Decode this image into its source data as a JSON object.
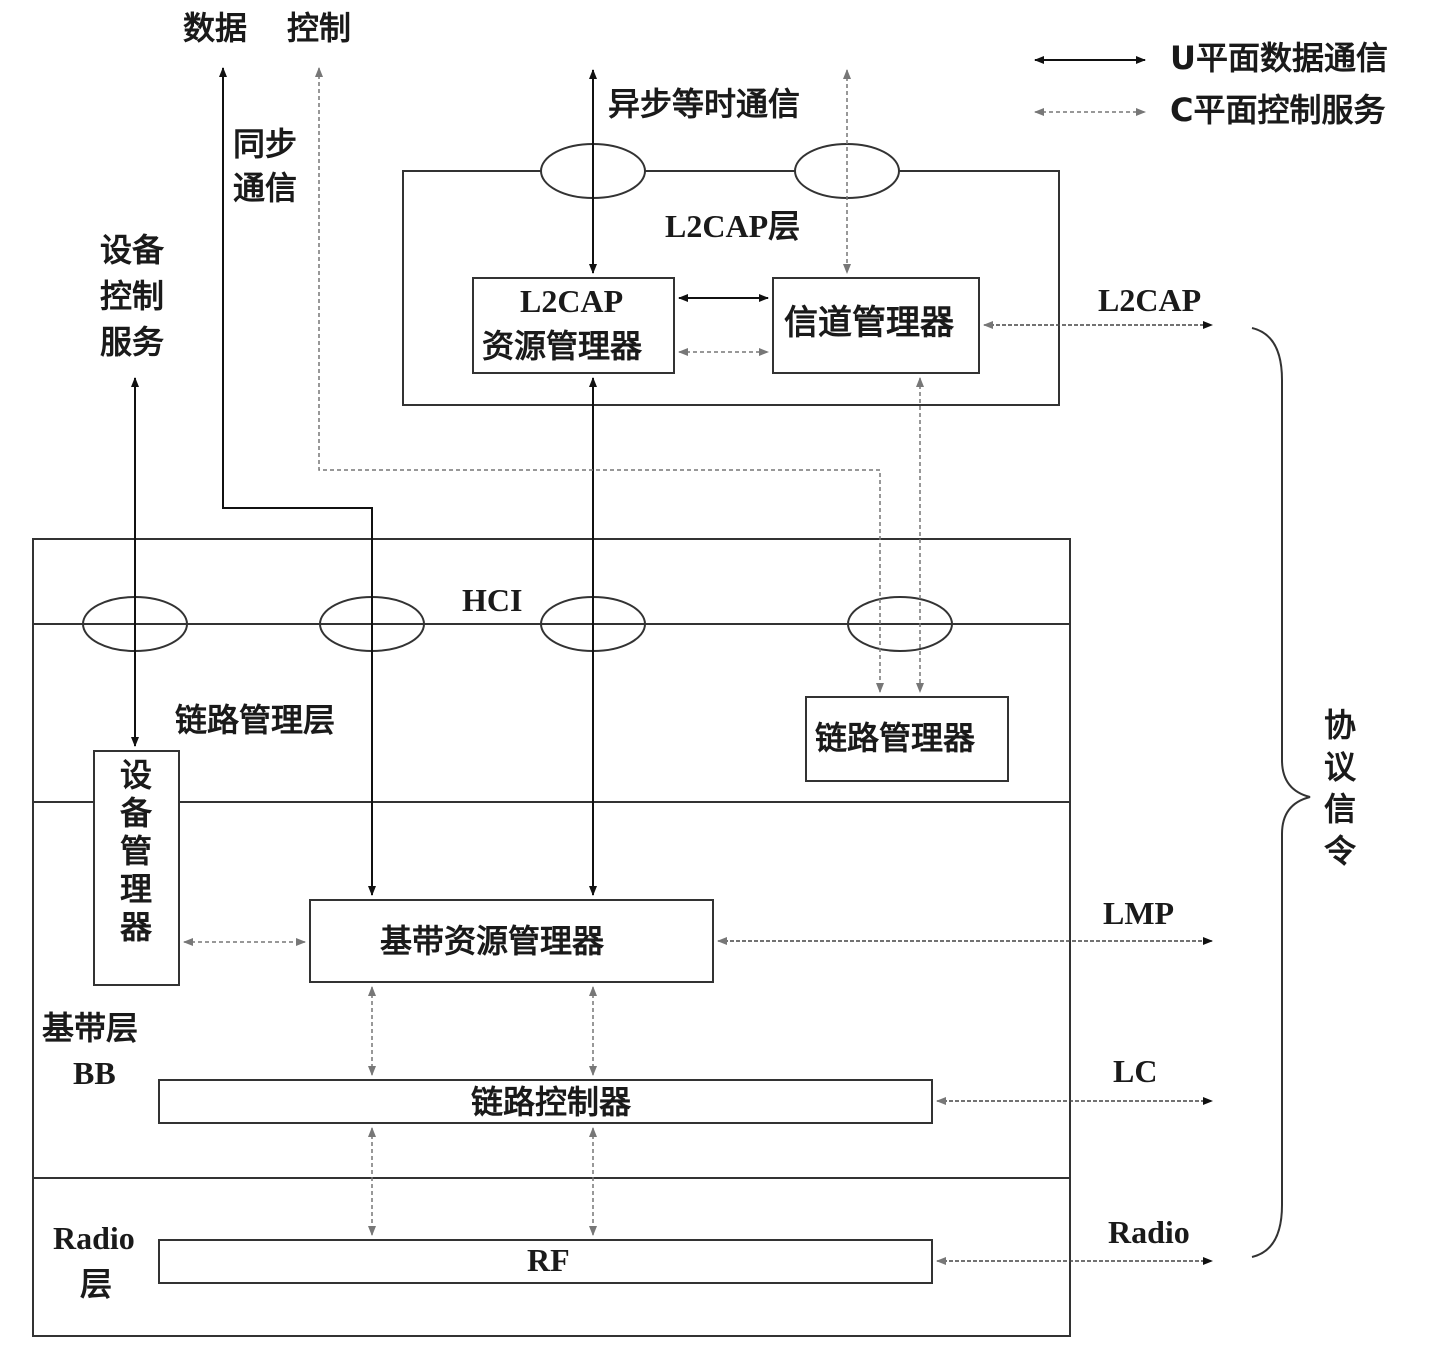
{
  "legend": {
    "u_plane": "U平面数据通信",
    "c_plane": "C平面控制服务"
  },
  "top": {
    "data": "数据",
    "control": "控制",
    "sync_comm_line1": "同步",
    "sync_comm_line2": "通信",
    "device_ctrl_line1": "设备",
    "device_ctrl_line2": "控制",
    "device_ctrl_line3": "服务",
    "async_iso_comm": "异步等时通信"
  },
  "l2cap_layer": {
    "title": "L2CAP层",
    "resource_manager_line1": "L2CAP",
    "resource_manager_line2": "资源管理器",
    "channel_manager": "信道管理器"
  },
  "lower_stack": {
    "hci": "HCI",
    "link_manager_layer": "链路管理层",
    "link_manager": "链路管理器",
    "device_manager": "设备管理器",
    "baseband_resource_manager": "基带资源管理器",
    "baseband_layer_line1": "基带层",
    "baseband_layer_line2": "BB",
    "link_controller": "链路控制器",
    "radio_layer_line1": "Radio",
    "radio_layer_line2": "层",
    "rf": "RF"
  },
  "signaling": {
    "l2cap": "L2CAP",
    "lmp": "LMP",
    "lc": "LC",
    "radio": "Radio",
    "brace_label": "协议信令"
  },
  "colors": {
    "u_plane_line": "#111111",
    "c_plane_line": "#777777",
    "box_border": "#333333"
  }
}
